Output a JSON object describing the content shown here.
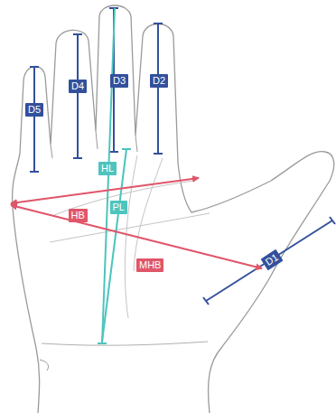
{
  "diagram": {
    "nodes": [
      {
        "text": [
          "D5"
        ]
      },
      {
        "text": [
          "D4"
        ]
      },
      {
        "text": [
          "D3"
        ]
      },
      {
        "text": [
          "D2"
        ]
      },
      {
        "text": [
          "HL"
        ]
      },
      {
        "text": [
          "HB"
        ]
      },
      {
        "text": [
          "PL"
        ]
      },
      {
        "text": [
          "MHB"
        ]
      },
      {
        "text": [
          "D1"
        ]
      }
    ]
  }
}
